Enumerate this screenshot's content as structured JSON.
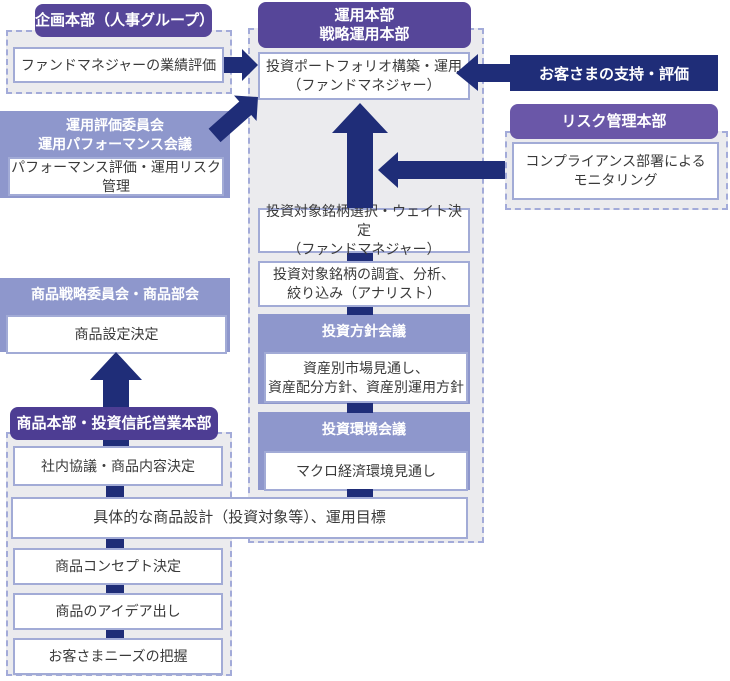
{
  "colors": {
    "navy": "#1f2d78",
    "header_purple": "#564699",
    "product_header_purple": "#4d3d93",
    "risk_header_purple": "#6a57a8",
    "periwinkle": "#8e97cc",
    "panel_bg": "#ebebee",
    "dashed_border": "#a3abd9",
    "box_border": "#a2abd6"
  },
  "planning": {
    "header": "企画本部（人事グループ）",
    "evaluation_box": "ファンドマネジャーの業績評価"
  },
  "performance_committee": {
    "title": "運用評価委員会\n運用パフォーマンス会議",
    "box": "パフォーマンス評価・運用リスク管理"
  },
  "product_committee": {
    "title": "商品戦略委員会・商品部会",
    "box": "商品設定決定"
  },
  "product_division": {
    "header": "商品本部・投資信託営業本部",
    "internal_box": "社内協議・商品内容決定",
    "concept_box": "商品コンセプト決定",
    "idea_box": "商品のアイデア出し",
    "needs_box": "お客さまニーズの把握"
  },
  "design_box": "具体的な商品設計（投資対象等）、運用目標",
  "operation_division": {
    "header": "運用本部\n戦略運用本部",
    "portfolio_box": "投資ポートフォリオ構築・運用\n（ファンドマネジャー）",
    "selection_box": "投資対象銘柄選択・ウェイト決定\n（ファンドマネジャー）",
    "research_box": "投資対象銘柄の調査、分析、\n絞り込み（アナリスト）",
    "policy_meeting": {
      "title": "投資方針会議",
      "box": "資産別市場見通し、\n資産配分方針、資産別運用方針"
    },
    "environment_meeting": {
      "title": "投資環境会議",
      "box": "マクロ経済環境見通し"
    }
  },
  "customers": {
    "box": "お客さまの支持・評価"
  },
  "risk_division": {
    "header": "リスク管理本部",
    "compliance_box": "コンプライアンス部署による\nモニタリング"
  }
}
